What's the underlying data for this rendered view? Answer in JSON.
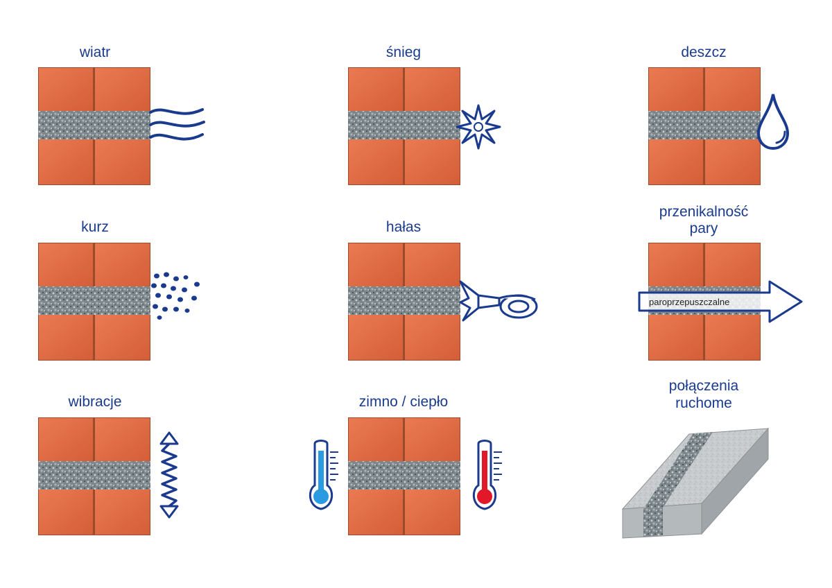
{
  "labels": {
    "wind": "wiatr",
    "snow": "śnieg",
    "rain": "deszcz",
    "dust": "kurz",
    "noise": "hałas",
    "vapor_line1": "przenikalność",
    "vapor_line2": "pary",
    "vibration": "wibracje",
    "temperature": "zimno / ciepło",
    "joints_line1": "połączenia",
    "joints_line2": "ruchome"
  },
  "arrow_text": "paroprzepuszczalne",
  "colors": {
    "brick": "#e06a42",
    "mortar": "#7f8a8e",
    "accent": "#1a3a8e",
    "cold": "#2a9be0",
    "hot": "#e0182a"
  }
}
